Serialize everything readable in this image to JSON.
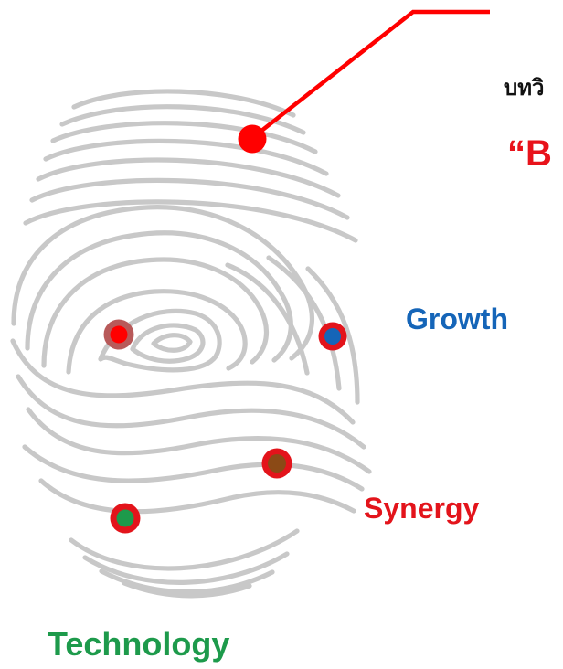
{
  "diagram": {
    "thai_label": "บทวิ",
    "quote_label": "“B",
    "labels": {
      "growth": "Growth",
      "synergy": "Synergy",
      "technology": "Technology"
    },
    "colors": {
      "fingerprint": "#c8c8c8",
      "connector": "#ff0000",
      "accent_red": "#e3141b",
      "growth_blue": "#1565b8",
      "technology_green": "#1d9a4b",
      "brown_dot": "#8b4a16",
      "dim_red": "#b85a5a"
    },
    "icons": {
      "fingerprint": "fingerprint-icon"
    }
  }
}
